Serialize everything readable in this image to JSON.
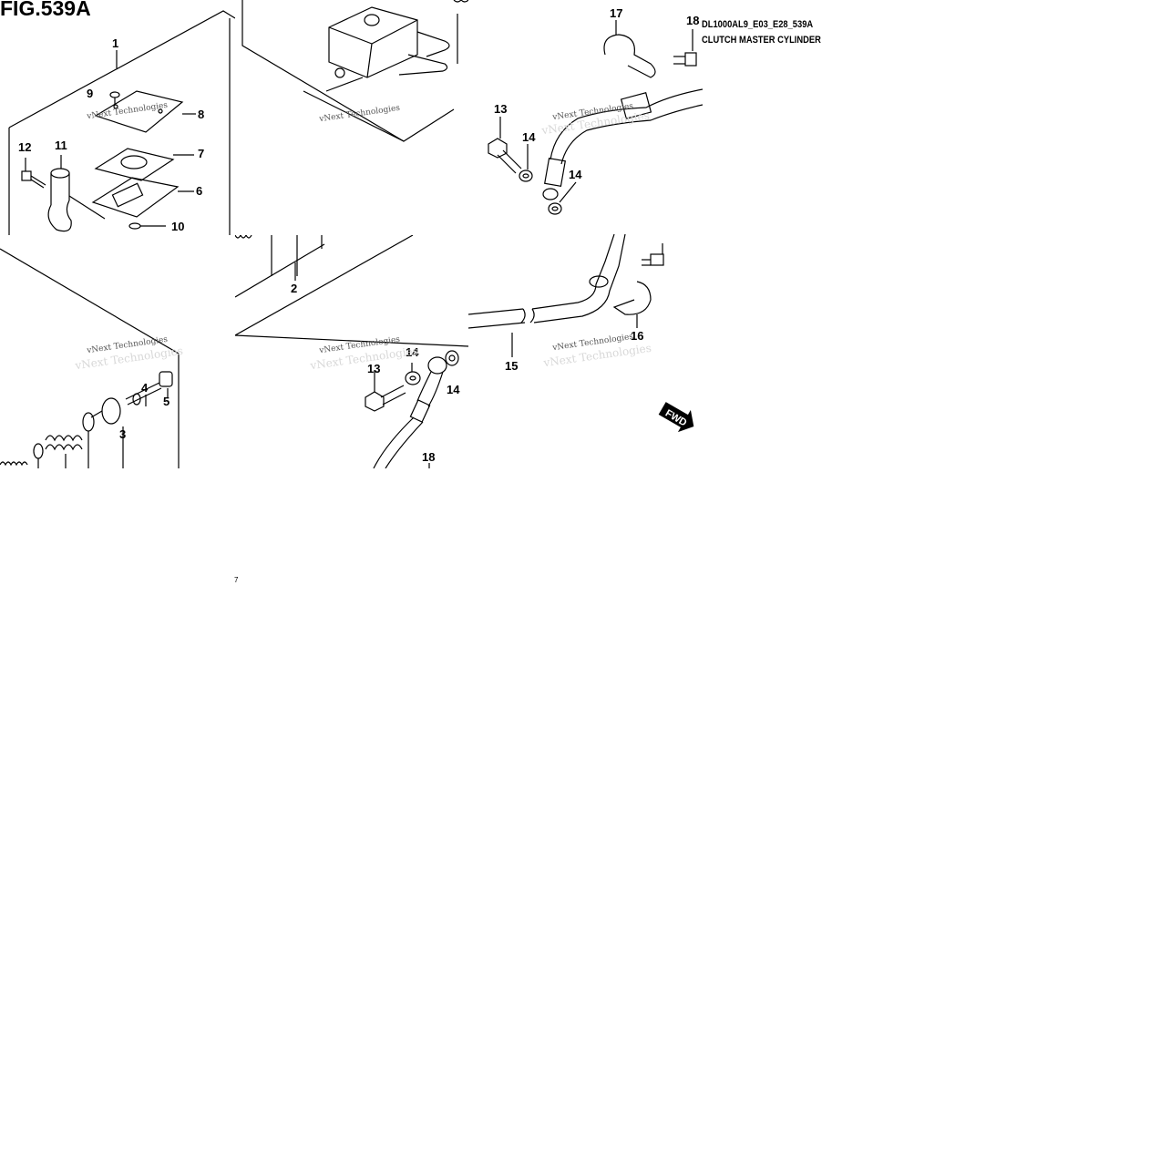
{
  "figure": {
    "title": "FIG.539A",
    "code": "DL1000AL9_E03_E28_539A",
    "name": "CLUTCH MASTER CYLINDER",
    "fwd_label": "FWD",
    "watermark": "vNext Technologies",
    "stray_mark": "7"
  },
  "callouts": {
    "c1": "1",
    "c2": "2",
    "c3": "3",
    "c4": "4",
    "c5": "5",
    "c6": "6",
    "c7": "7",
    "c8": "8",
    "c9": "9",
    "c10": "10",
    "c11": "11",
    "c12": "12",
    "c13a": "13",
    "c13b": "13",
    "c14a": "14",
    "c14b": "14",
    "c14c": "14",
    "c14d": "14",
    "c15": "15",
    "c16": "16",
    "c17": "17",
    "c18a": "18",
    "c18b": "18"
  }
}
